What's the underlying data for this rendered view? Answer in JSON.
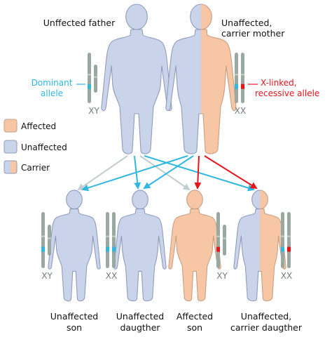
{
  "colors": {
    "unaffected_fill": "#c9d3ea",
    "unaffected_stroke": "#8f9cbd",
    "affected_fill": "#f7c7a5",
    "affected_stroke": "#c79f84",
    "chromosome": "#9aa8a2",
    "chromosome_light": "#c6d0cb",
    "dominant_allele": "#2fb7e2",
    "recessive_allele": "#e8141c",
    "arrow_gray": "#c1cccc",
    "arrow_blue": "#2fb7e2",
    "arrow_red": "#e8141c",
    "text": "#111111",
    "chromo_label": "#6f7d78"
  },
  "parents": {
    "father_label": "Unffected father",
    "mother_label_line1": "Unaffected,",
    "mother_label_line2": "carrier mother",
    "father_karyotype": "XY",
    "mother_karyotype": "XX",
    "dominant_label_line1": "Dominant",
    "dominant_label_line2": "allele",
    "recessive_label_line1": "X-linked,",
    "recessive_label_line2": "recessive allele"
  },
  "legend": {
    "items": [
      {
        "label": "Affected",
        "status": "affected"
      },
      {
        "label": "Unaffected",
        "status": "unaffected"
      },
      {
        "label": "Carrier",
        "status": "carrier"
      }
    ]
  },
  "children": [
    {
      "line1": "Unaffected",
      "line2": "son",
      "karyotype": "XY",
      "status": "unaffected"
    },
    {
      "line1": "Unaffected",
      "line2": "daugther",
      "karyotype": "XX",
      "status": "unaffected"
    },
    {
      "line1": "Affected",
      "line2": "son",
      "karyotype": "XY",
      "status": "affected"
    },
    {
      "line1": "Unaffected,",
      "line2": "carrier daugther",
      "karyotype": "XX",
      "status": "carrier"
    }
  ]
}
